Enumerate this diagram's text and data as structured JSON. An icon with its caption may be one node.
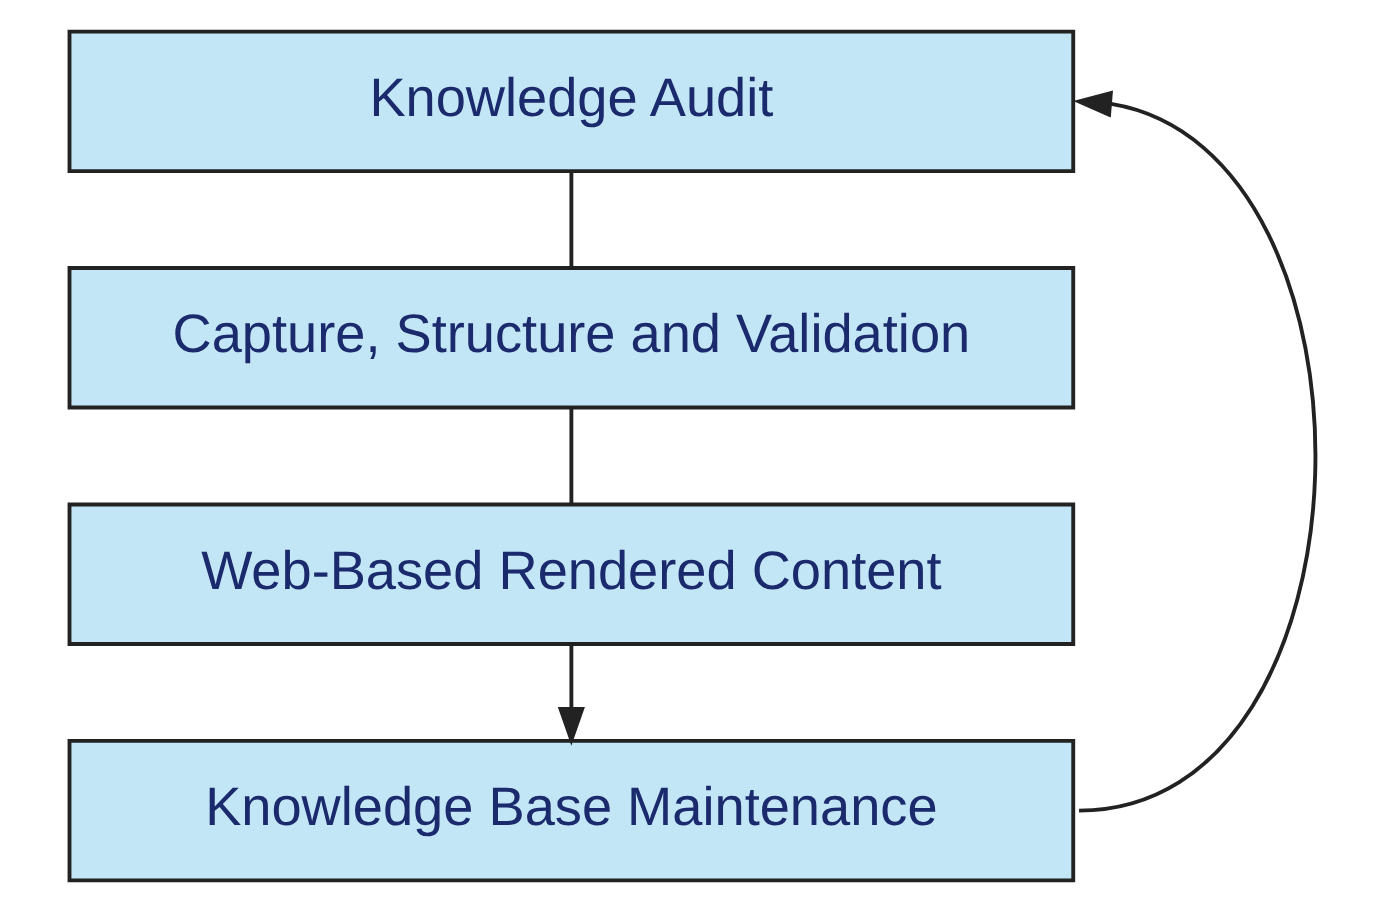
{
  "diagram": {
    "nodes": [
      {
        "text": [
          "Knowledge Audit"
        ]
      },
      {
        "text": [
          "Capture, Structure and Validation"
        ]
      },
      {
        "text": [
          "Web-Based Rendered Content"
        ]
      },
      {
        "text": [
          "Knowledge Base Maintenance"
        ]
      }
    ],
    "edges": [
      {
        "from": 0,
        "to": 1,
        "arrow": "none"
      },
      {
        "from": 1,
        "to": 2,
        "arrow": "none"
      },
      {
        "from": 2,
        "to": 3,
        "arrow": "to"
      },
      {
        "from": 3,
        "to": 0,
        "arrow": "to"
      }
    ]
  }
}
